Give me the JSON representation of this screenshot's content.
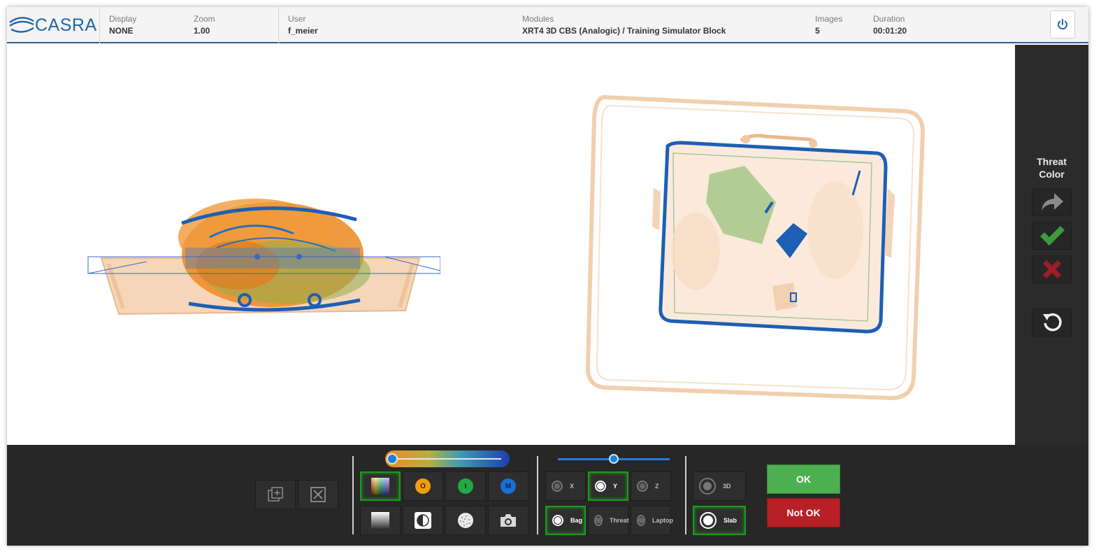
{
  "brand": {
    "name": "CASRA"
  },
  "header": {
    "display": {
      "label": "Display",
      "value": "NONE"
    },
    "zoom": {
      "label": "Zoom",
      "value": "1.00"
    },
    "user": {
      "label": "User",
      "value": "f_meier"
    },
    "modules": {
      "label": "Modules",
      "value": "XRT4 3D CBS (Analogic) / Training Simulator Block"
    },
    "images": {
      "label": "Images",
      "value": "5"
    },
    "duration": {
      "label": "Duration",
      "value": "00:01:20"
    }
  },
  "side_panel": {
    "threat_color_line1": "Threat",
    "threat_color_line2": "Color"
  },
  "toolbar": {
    "material_buttons": {
      "organic": "O",
      "inorganic": "I",
      "metal": "M"
    },
    "color_slider": {
      "level": 0.0
    },
    "slice_slider": {
      "level": 0.5
    },
    "axis_options": [
      {
        "label": "X",
        "selected": false
      },
      {
        "label": "Y",
        "selected": true
      },
      {
        "label": "Z",
        "selected": false
      }
    ],
    "view_options": [
      {
        "label": "Bag",
        "selected": true
      },
      {
        "label": "Threat",
        "selected": false
      },
      {
        "label": "Laptop",
        "selected": false
      }
    ],
    "render_options": [
      {
        "label": "3D",
        "selected": false
      },
      {
        "label": "Slab",
        "selected": true
      }
    ],
    "ok_label": "OK",
    "notok_label": "Not OK"
  },
  "colors": {
    "accent_blue": "#1f66a8",
    "ok_green": "#4caf50",
    "notok_red": "#b72027",
    "active_outline": "#1c9a1c",
    "organic_orange": "#f39c12",
    "inorganic_green": "#22a845",
    "metal_blue": "#1a6fd6"
  }
}
